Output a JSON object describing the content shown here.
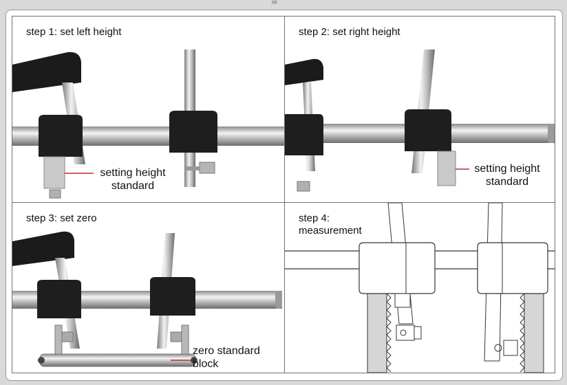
{
  "header_fragment": "pp",
  "panels": [
    {
      "title": "step 1: set left height",
      "callout": "setting height\nstandard"
    },
    {
      "title": "step 2: set right height",
      "callout": "setting height\nstandard"
    },
    {
      "title": "step 3: set zero",
      "callout": "zero standard\nblock"
    },
    {
      "title": "step 4:\nmeasurement"
    }
  ],
  "colors": {
    "callout_line": "#c0282d",
    "background": "#d9d9d9"
  }
}
